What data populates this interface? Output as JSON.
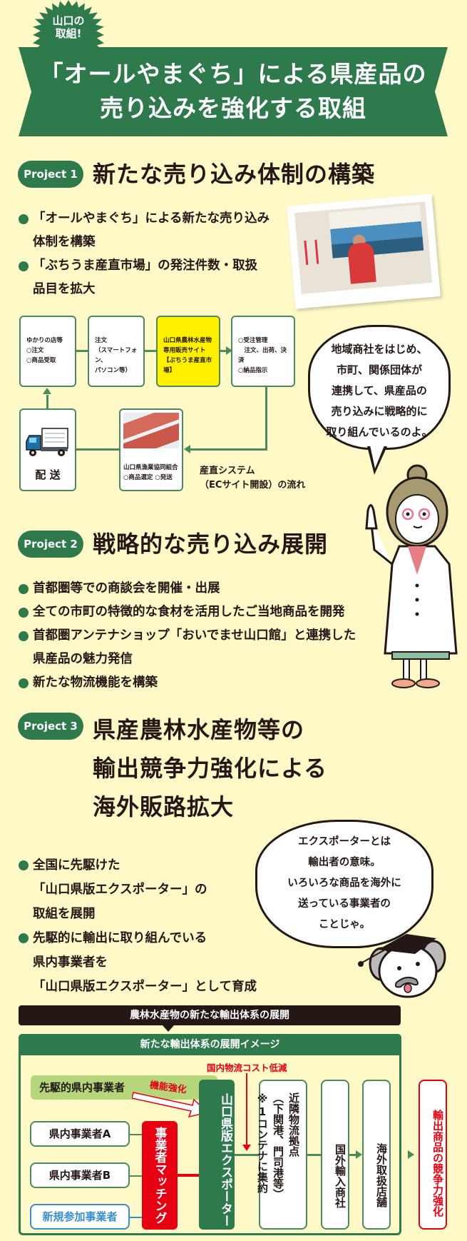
{
  "header": {
    "badge_line1": "山口の",
    "badge_line2": "取組!",
    "title_line1": "「オールやまぐち」による県産品の",
    "title_line2": "売り込みを強化する取組"
  },
  "project1": {
    "badge": "Project 1",
    "title": "新たな売り込み体制の構築",
    "bullets": [
      {
        "line1": "「オールやまぐち」による新たな売り込み",
        "line2": "体制を構築"
      },
      {
        "line1": "「ぶちうま産直市場」の発注件数・取扱",
        "line2": "品目を拡大"
      }
    ],
    "flow": {
      "box1": {
        "line1": "ゆかりの店等",
        "line2": "○注文",
        "line3": "○商品受取"
      },
      "box2": {
        "line1": "注文",
        "line2": "（スマートフォン、",
        "line3": "パソコン等）"
      },
      "box3": {
        "line1": "山口県農林水産物",
        "line2": "専用販売サイト",
        "line3": "【ぶちうま産直市場】"
      },
      "box4": {
        "line1": "○受注管理",
        "line2": "　注文、出荷、決済",
        "line3": "○納品指示"
      },
      "box5": {
        "line1": "山口県漁業協同組合",
        "line2": "○商品選定 ○発送"
      },
      "box6": {
        "label": "配 送"
      },
      "caption_line1": "産直システム",
      "caption_line2": "（ECサイト開設）の流れ"
    },
    "speech": [
      "地域商社をはじめ、",
      "市町、関係団体が",
      "連携して、県産品の",
      "売り込みに戦略的に",
      "取り組んでいるのよ。"
    ]
  },
  "project2": {
    "badge": "Project 2",
    "title": "戦略的な売り込み展開",
    "bullets": [
      {
        "line1": "首都圏等での商談会を開催・出展"
      },
      {
        "line1": "全ての市町の特徴的な食材を活用したご当地商品を開発"
      },
      {
        "line1": "首都圏アンテナショップ「おいでませ山口館」と連携した",
        "line2": "県産品の魅力発信"
      },
      {
        "line1": "新たな物流機能を構築"
      }
    ]
  },
  "project3": {
    "badge": "Project 3",
    "title_line1": "県産農林水産物等の",
    "title_line2": "輸出競争力強化による",
    "title_line3": "海外販路拡大",
    "bullets": [
      {
        "line1": "全国に先駆けた",
        "line2": "「山口県版エクスポーター」の",
        "line3": "取組を展開"
      },
      {
        "line1": "先駆的に輸出に取り組んでいる",
        "line2": "県内事業者を",
        "line3": "「山口県版エクスポーター」として育成"
      }
    ],
    "speech": [
      "エクスポーターとは",
      "輸出者の意味。",
      "いろいろな商品を海外に",
      "送っている事業者の",
      "ことじゃ。"
    ]
  },
  "export_diagram": {
    "title": "農林水産物の新たな輸出体系の展開",
    "subtitle": "新たな輸出体系の展開イメージ",
    "cost_label": "国内物流コスト低減",
    "pioneer": "先駆的県内事業者",
    "function_label": "機能強化",
    "business_a": "県内事業者A",
    "business_b": "県内事業者B",
    "new_business": "新規参加事業者",
    "matching": "事業者マッチング",
    "exporter": "山口県版エクスポーター",
    "hub_line1": "近隣物流拠点",
    "hub_line2": "（下関港、門司港等）",
    "hub_line3": "※1コンテナに集約",
    "importer": "国外輸入商社",
    "overseas_store": "海外取扱店舗",
    "result": "輸出商品の競争力強化"
  },
  "colors": {
    "background": "#fef9c7",
    "green": "#2f7a4d",
    "light_green": "#b5d67a",
    "red": "#e60012",
    "yellow": "#fff000",
    "blue": "#3a8fcf",
    "dark": "#231815"
  }
}
